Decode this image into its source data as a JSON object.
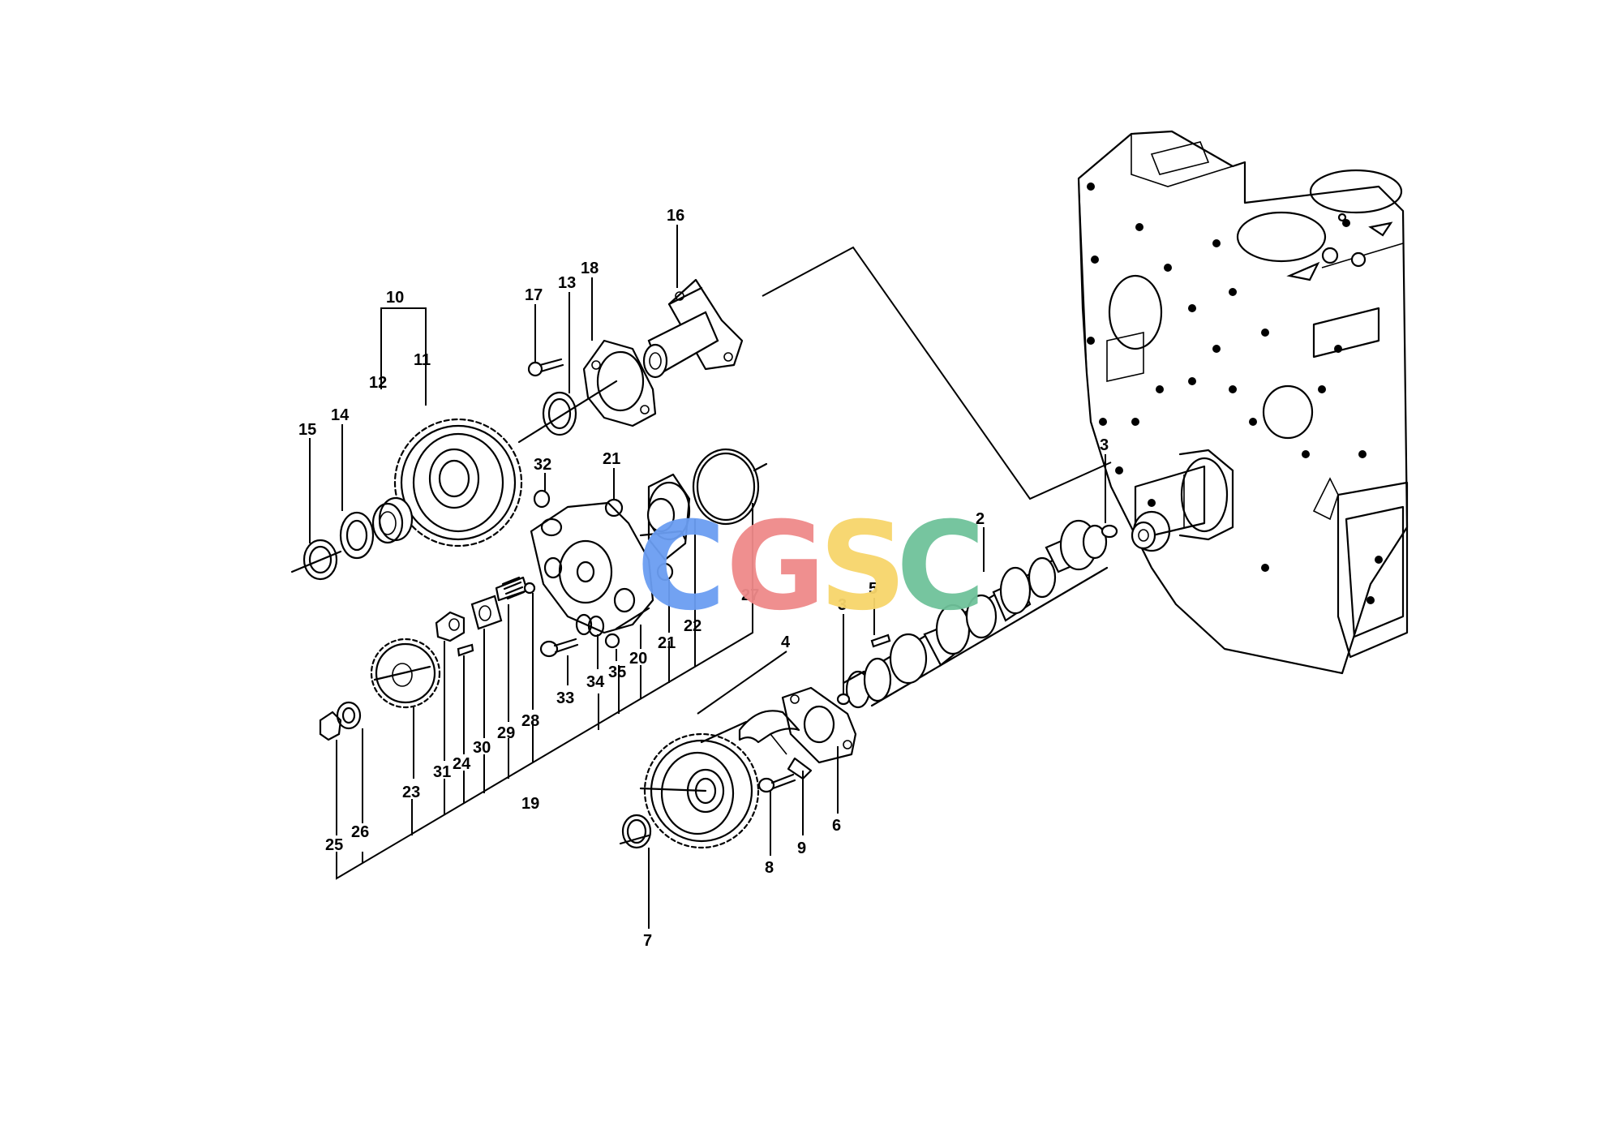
{
  "watermark": {
    "letters": [
      {
        "char": "C",
        "color": "#6b9ef2"
      },
      {
        "char": "G",
        "color": "#ef8a8a"
      },
      {
        "char": "S",
        "color": "#f7d56b"
      },
      {
        "char": "C",
        "color": "#6fc29a"
      }
    ]
  },
  "callouts": {
    "n1": "2",
    "n2": "3",
    "n3": "3",
    "n4": "4",
    "n5": "5",
    "n6": "6",
    "n7": "7",
    "n8": "8",
    "n9": "9",
    "n10": "10",
    "n11": "11",
    "n12": "12",
    "n13": "13",
    "n14": "14",
    "n15": "15",
    "n16": "16",
    "n17": "17",
    "n18": "18",
    "n19": "19",
    "n20": "20",
    "n21": "21",
    "n22": "21",
    "n23": "22",
    "n24": "23",
    "n25": "24",
    "n26": "25",
    "n27": "26",
    "n28": "27",
    "n29": "28",
    "n30": "29",
    "n31": "30",
    "n32": "31",
    "n33": "32",
    "n34": "33",
    "n35": "34",
    "n36": "35"
  }
}
